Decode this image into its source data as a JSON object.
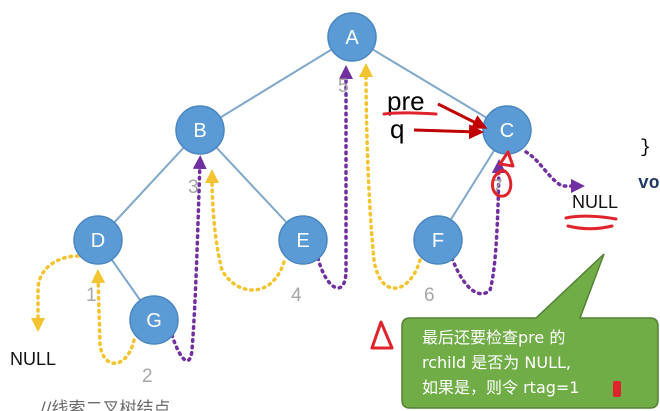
{
  "nodes": {
    "A": "A",
    "B": "B",
    "C": "C",
    "D": "D",
    "E": "E",
    "F": "F",
    "G": "G"
  },
  "order_labels": [
    "1",
    "2",
    "3",
    "4",
    "5",
    "6",
    "7"
  ],
  "null_labels": {
    "left": "NULL",
    "right": "NULL"
  },
  "pointers": {
    "pre": "pre",
    "q": "q"
  },
  "code": {
    "brace": "}",
    "keyword": "vo"
  },
  "comment": "//线索二叉树结点",
  "callout": {
    "line1": "最后还要检查pre 的",
    "line2": "rchild 是否为 NULL,",
    "line3": "如果是，则令 rtag=1"
  },
  "colors": {
    "node_fill": "#5b9bd5",
    "predecessor_thread": "#f4c430",
    "successor_thread": "#7030a0",
    "annotation_ink": "#e0242c",
    "callout_fill": "#70ad47"
  }
}
